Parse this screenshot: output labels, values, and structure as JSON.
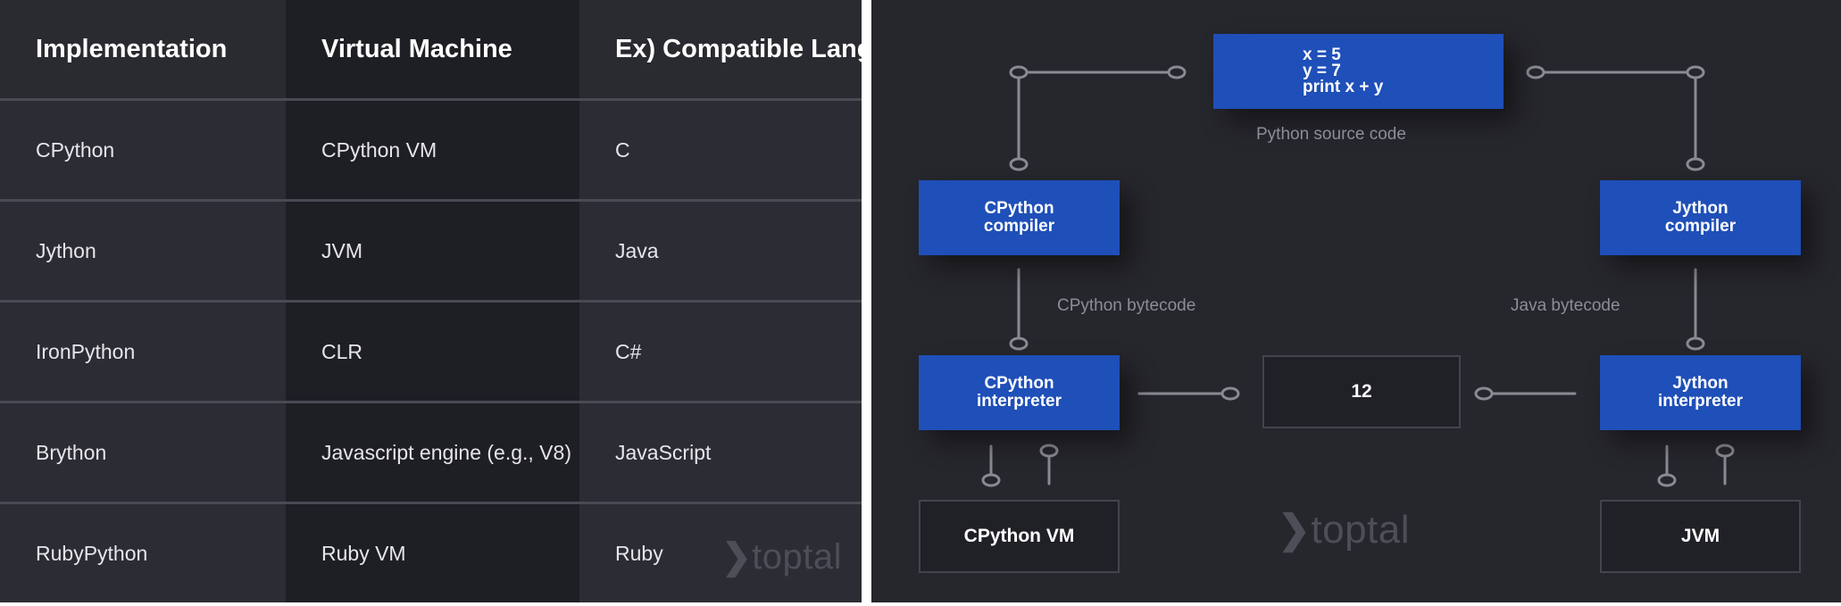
{
  "table": {
    "headers": [
      "Implementation",
      "Virtual Machine",
      "Ex) Compatible Language"
    ],
    "rows": [
      [
        "CPython",
        "CPython VM",
        "C"
      ],
      [
        "Jython",
        "JVM",
        "Java"
      ],
      [
        "IronPython",
        "CLR",
        "C#"
      ],
      [
        "Brython",
        "Javascript engine (e.g., V8)",
        "JavaScript"
      ],
      [
        "RubyPython",
        "Ruby VM",
        "Ruby"
      ]
    ],
    "watermark": "toptal",
    "watermark_mark": "❯"
  },
  "diagram": {
    "source_code": "x = 5\ny = 7\nprint x + y",
    "source_caption": "Python source code",
    "cpython_compiler": "CPython\ncompiler",
    "jython_compiler": "Jython\ncompiler",
    "cpython_bytecode_caption": "CPython bytecode",
    "java_bytecode_caption": "Java bytecode",
    "cpython_interpreter": "CPython\ninterpreter",
    "jython_interpreter": "Jython\ninterpreter",
    "result": "12",
    "cpython_vm": "CPython VM",
    "jvm": "JVM",
    "watermark": "toptal",
    "watermark_mark": "❯",
    "colors": {
      "node_blue": "#1f4fb8",
      "connector": "#8a8a92",
      "panel_background": "#26262d",
      "table_background": "#2b2b33"
    }
  }
}
